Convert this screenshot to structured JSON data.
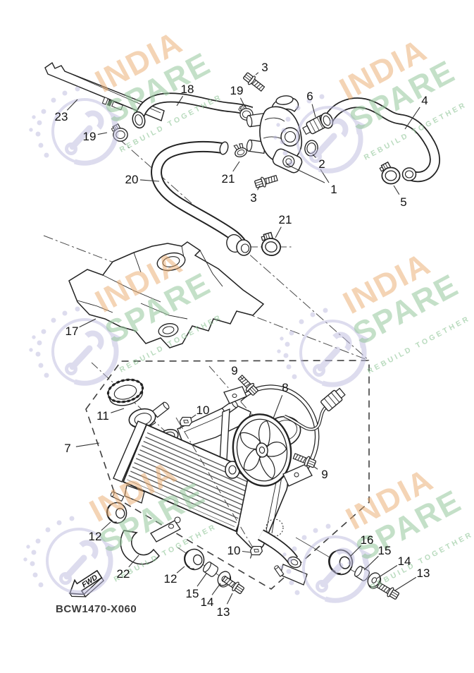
{
  "diagram": {
    "part_code": "BCW1470-X060",
    "fwd_label": "FWD",
    "callouts": [
      {
        "label": "23",
        "part": "stay-plate"
      },
      {
        "label": "19",
        "part": "hose-clamp"
      },
      {
        "label": "18",
        "part": "inlet-hose"
      },
      {
        "label": "3",
        "part": "flange-bolt"
      },
      {
        "label": "6",
        "part": "joint-pipe"
      },
      {
        "label": "4",
        "part": "outlet-hose"
      },
      {
        "label": "19",
        "part": "hose-clamp"
      },
      {
        "label": "2",
        "part": "o-ring"
      },
      {
        "label": "3",
        "part": "flange-bolt"
      },
      {
        "label": "1",
        "part": "thermostat-assembly"
      },
      {
        "label": "5",
        "part": "hose-clamp"
      },
      {
        "label": "20",
        "part": "radiator-hose"
      },
      {
        "label": "21",
        "part": "hose-clamp"
      },
      {
        "label": "21",
        "part": "hose-clamp"
      },
      {
        "label": "17",
        "part": "radiator-cover"
      },
      {
        "label": "7",
        "part": "radiator-assembly"
      },
      {
        "label": "11",
        "part": "radiator-cap"
      },
      {
        "label": "9",
        "part": "flange-bolt"
      },
      {
        "label": "10",
        "part": "clip"
      },
      {
        "label": "8",
        "part": "fan-motor-assembly"
      },
      {
        "label": "9",
        "part": "flange-bolt"
      },
      {
        "label": "10",
        "part": "clip"
      },
      {
        "label": "12",
        "part": "grommet"
      },
      {
        "label": "22",
        "part": "pipe-clamp"
      },
      {
        "label": "12",
        "part": "grommet"
      },
      {
        "label": "15",
        "part": "collar"
      },
      {
        "label": "14",
        "part": "washer"
      },
      {
        "label": "13",
        "part": "flange-bolt"
      },
      {
        "label": "16",
        "part": "grommet"
      },
      {
        "label": "15",
        "part": "collar"
      },
      {
        "label": "14",
        "part": "washer"
      },
      {
        "label": "13",
        "part": "flange-bolt"
      }
    ]
  },
  "watermark": {
    "word_primary": "INDIA",
    "word_secondary": "SPARE",
    "tagline": "REBUILD TOGETHER",
    "primary_color": "#eaa96b",
    "secondary_color": "#93c79b",
    "logo_color": "#bcbade"
  },
  "colors": {
    "background": "#ffffff",
    "line": "#222222",
    "label_text": "#111111",
    "code_text": "#3c3c3c"
  }
}
